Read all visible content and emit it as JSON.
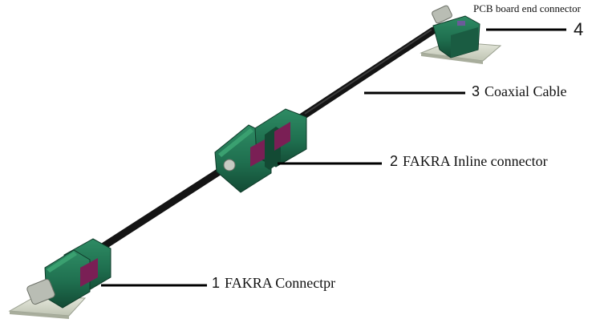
{
  "callouts": [
    {
      "number": "1",
      "text": "FAKRA Connectpr"
    },
    {
      "number": "2",
      "text": "FAKRA Inline connector"
    },
    {
      "number": "3",
      "text": "Coaxial Cable"
    },
    {
      "number": "4",
      "text": "PCB board end connector"
    }
  ],
  "colors": {
    "connector_green": "#1f6f4f",
    "connector_dark": "#134a34",
    "connector_light": "#2e8c64",
    "key_purple": "#7a1f55",
    "cable": "#141414",
    "pcb_board": "#d7dccc",
    "leader_line": "#000000",
    "text": "#111111"
  }
}
